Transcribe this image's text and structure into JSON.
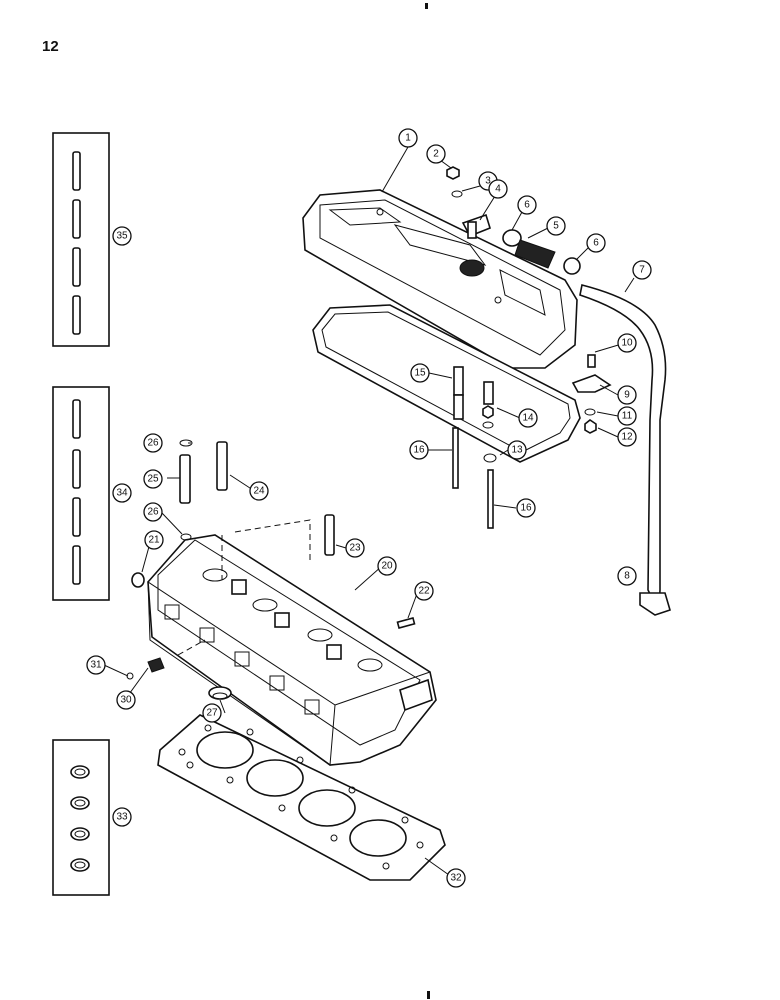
{
  "page": {
    "number": "12"
  },
  "callouts": [
    "1",
    "2",
    "3",
    "4",
    "5",
    "6",
    "6",
    "7",
    "8",
    "9",
    "10",
    "11",
    "12",
    "13",
    "14",
    "15",
    "16",
    "16",
    "20",
    "21",
    "22",
    "23",
    "24",
    "25",
    "26",
    "26",
    "27",
    "30",
    "31",
    "32",
    "33",
    "34",
    "35"
  ],
  "colors": {
    "ink": "#111111",
    "paper": "#ffffff"
  }
}
